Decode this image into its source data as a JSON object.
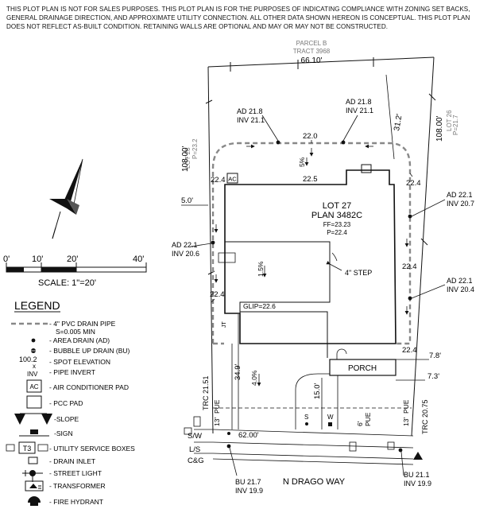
{
  "disclaimer": "THIS PLOT PLAN IS NOT FOR SALES PURPOSES. THIS PLOT PLAN IS FOR THE PURPOSES OF INDICATING COMPLIANCE WITH ZONING SET BACKS, GENERAL DRAINAGE DIRECTION, AND APPROXIMATE UTILITY CONNECTION. ALL OTHER DATA SHOWN HEREON IS CONCEPTUAL. THIS PLOT PLAN DOES NOT REFLECT AS-BUILT CONDITION. RETAINING WALLS ARE OPTIONAL AND MAY OR MAY NOT BE CONSTRUCTED.",
  "parcel": {
    "line1": "PARCEL B",
    "line2": "TRACT 3968"
  },
  "lot": {
    "name": "LOT 27",
    "plan": "PLAN 3482C",
    "ff": "FF=23.23",
    "p": "P=22.4"
  },
  "adjacent": {
    "left": "LOT 28",
    "left_p": "P=23.2",
    "right": "LOT 26",
    "right_p": "P=21.7"
  },
  "dims": {
    "top": "66.10'",
    "left": "108.00'",
    "right": "108.00'",
    "bottom": "62.00'",
    "setback_left": "5.0'",
    "diag": "31.2'",
    "d349": "34.9'",
    "d150": "15.0'",
    "d78": "7.8'",
    "d73": "7.3'",
    "d6": "6'",
    "d13l": "13'",
    "d13r": "13'",
    "trc_left": "TRC 21.51",
    "trc_right": "TRC 20.75",
    "pue_left": "PUE",
    "pue_right": "PUE",
    "pue_mid": "PUE"
  },
  "drains": [
    {
      "ad": "AD 21.8",
      "inv": "INV 21.1"
    },
    {
      "ad": "AD 21.8",
      "inv": "INV 21.1"
    },
    {
      "ad": "AD 22.1",
      "inv": "INV 20.6"
    },
    {
      "ad": "AD 22.1",
      "inv": "INV 20.7"
    },
    {
      "ad": "AD 22.1",
      "inv": "INV 20.4"
    }
  ],
  "bubble_ups": [
    {
      "bu": "BU 21.7",
      "inv": "INV 19.9"
    },
    {
      "bu": "BU 21.1",
      "inv": "INV 19.9"
    }
  ],
  "elevations": {
    "e220": "22.0",
    "e225": "22.5",
    "e224a": "22.4",
    "e224b": "22.4",
    "e224c": "22.4",
    "e224d": "22.4",
    "e224e": "22.4",
    "glip": "GLIP=22.6"
  },
  "slopes": {
    "s1": "5%",
    "s2": "1.5%",
    "s3": "4.0%"
  },
  "labels": {
    "ac": "AC",
    "step": "4\" STEP",
    "porch": "PORCH",
    "street": "N  DRAGO  WAY",
    "sw": "S/W",
    "ls": "L/S",
    "cg": "C&G",
    "s_marker": "S",
    "w_marker": "W",
    "jt": "JT"
  },
  "scale": {
    "t0": "0'",
    "t10": "10'",
    "t20": "20'",
    "t40": "40'",
    "label": "SCALE:  1\"=20'"
  },
  "legend": {
    "title": "LEGEND",
    "items": [
      {
        "label": "- 4\" PVC DRAIN PIPE",
        "sub": "S=0.005 MIN"
      },
      {
        "label": "- AREA DRAIN (AD)"
      },
      {
        "label": "- BUBBLE UP DRAIN (BU)"
      },
      {
        "label": "- SPOT ELEVATION",
        "symbol": "100.2"
      },
      {
        "label": "- PIPE INVERT",
        "symbol": "INV"
      },
      {
        "label": "- AIR CONDITIONER PAD",
        "symbol": "AC"
      },
      {
        "label": "- PCC PAD"
      },
      {
        "label": "-SLOPE"
      },
      {
        "label": "-SIGN"
      },
      {
        "label": "- UTILITY SERVICE BOXES",
        "symbol": "T3"
      },
      {
        "label": "- DRAIN INLET"
      },
      {
        "label": "- STREET LIGHT"
      },
      {
        "label": "- TRANSFORMER"
      },
      {
        "label": "- FIRE HYDRANT"
      }
    ]
  }
}
